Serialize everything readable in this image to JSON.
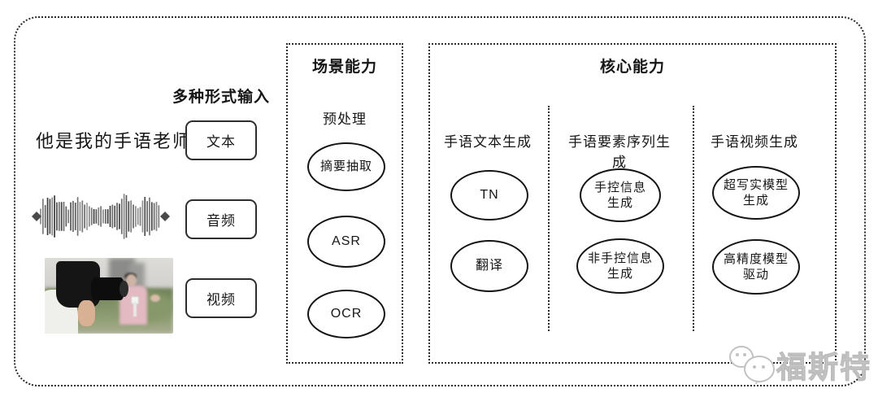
{
  "input_section": {
    "heading": "多种形式输入",
    "sample_text": "他是我的手语老师",
    "items": [
      {
        "label": "文本"
      },
      {
        "label": "音频"
      },
      {
        "label": "视频"
      }
    ]
  },
  "scene_box": {
    "title": "场景能力",
    "subtitle": "预处理",
    "nodes": [
      {
        "label": "摘要抽取"
      },
      {
        "label": "ASR"
      },
      {
        "label": "OCR"
      }
    ]
  },
  "core_box": {
    "title": "核心能力",
    "columns": [
      {
        "header": "手语文本生成",
        "nodes": [
          {
            "label": "TN"
          },
          {
            "label": "翻译"
          }
        ]
      },
      {
        "header": "手语要素序列生成",
        "nodes": [
          {
            "label": "手控信息\n生成"
          },
          {
            "label": "非手控信息\n生成"
          }
        ]
      },
      {
        "header": "手语视频生成",
        "nodes": [
          {
            "label": "超写实模型\n生成"
          },
          {
            "label": "高精度模型\n驱动"
          }
        ]
      }
    ]
  },
  "watermark": {
    "text": "福斯特"
  },
  "colors": {
    "line": "#2b2b2b",
    "ink": "#161616",
    "watermark": "#c2c2c2"
  }
}
